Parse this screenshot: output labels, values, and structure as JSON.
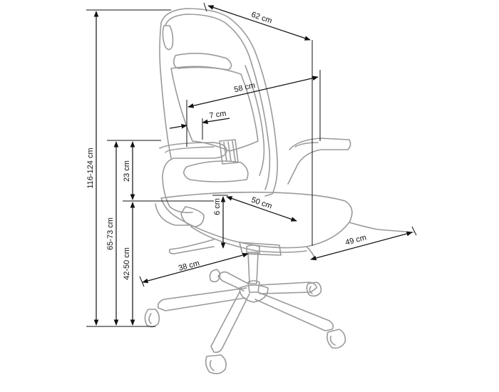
{
  "colors": {
    "outline": "#9a9a9a",
    "dimension": "#111111",
    "background": "#ffffff"
  },
  "dimensions": {
    "total_height": "116-124 cm",
    "width_top": "62 cm",
    "backrest_width": "58 cm",
    "lumbar": "7 cm",
    "armrest_height": "23 cm",
    "seat_height_range": "65-73 cm",
    "seat_floor_height": "42-50 cm",
    "seat_depth": "50 cm",
    "seat_thickness": "6 cm",
    "seat_width": "49 cm",
    "base_radius": "38 cm"
  }
}
